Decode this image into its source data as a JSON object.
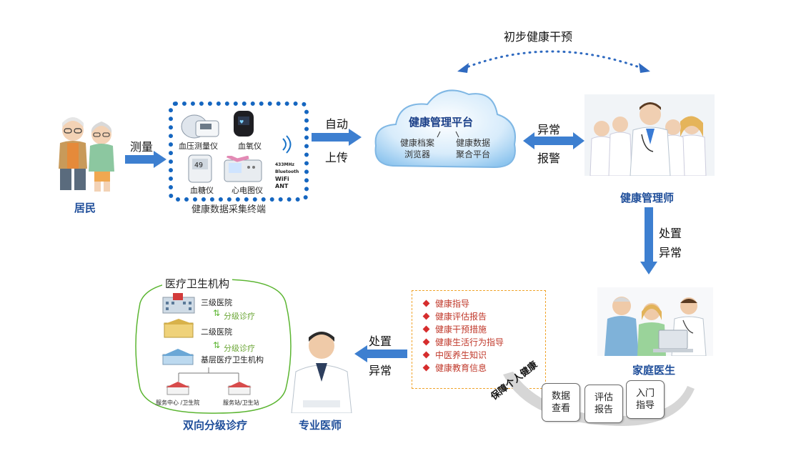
{
  "top_arc_label": "初步健康干预",
  "resident": {
    "label": "居民"
  },
  "measure_arrow": {
    "label": "测量"
  },
  "terminal": {
    "caption": "健康数据采集终端",
    "devices": [
      "血压测量仪",
      "血氧仪",
      "血糖仪",
      "心电图仪"
    ],
    "protocols": [
      "433MHz",
      "Bluetooth",
      "WiFi",
      "ANT"
    ],
    "screen_reading": "49"
  },
  "auto_upload": {
    "line1": "自动",
    "line2": "上传"
  },
  "platform": {
    "title": "健康管理平台",
    "left": {
      "line1": "健康档案",
      "line2": "浏览器"
    },
    "right": {
      "line1": "健康数据",
      "line2": "聚合平台"
    }
  },
  "alarm": {
    "line1": "异常",
    "line2": "报警"
  },
  "manager": {
    "label": "健康管理师"
  },
  "handle_down": {
    "line1": "处置",
    "line2": "异常"
  },
  "family_doctor": {
    "label": "家庭医生"
  },
  "services": [
    "健康指导",
    "健康评估报告",
    "健康干预措施",
    "健康生活行为指导",
    "中医养生知识",
    "健康教育信息"
  ],
  "guarantee": {
    "label": "保障个人健康"
  },
  "cards": [
    {
      "line1": "数据",
      "line2": "查看"
    },
    {
      "line1": "评估",
      "line2": "报告"
    },
    {
      "line1": "入门",
      "line2": "指导"
    }
  ],
  "handle_left": {
    "line1": "处置",
    "line2": "异常"
  },
  "specialist": {
    "label": "专业医师"
  },
  "institutions": {
    "title": "医疗卫生机构",
    "level3": "三级医院",
    "level2": "二级医院",
    "base": "基层医疗卫生机构",
    "referral1": "分级诊疗",
    "referral2": "分级诊疗",
    "center": "服务中心 /卫生院",
    "station": "服务站/卫生站",
    "caption": "双向分级诊疗"
  }
}
